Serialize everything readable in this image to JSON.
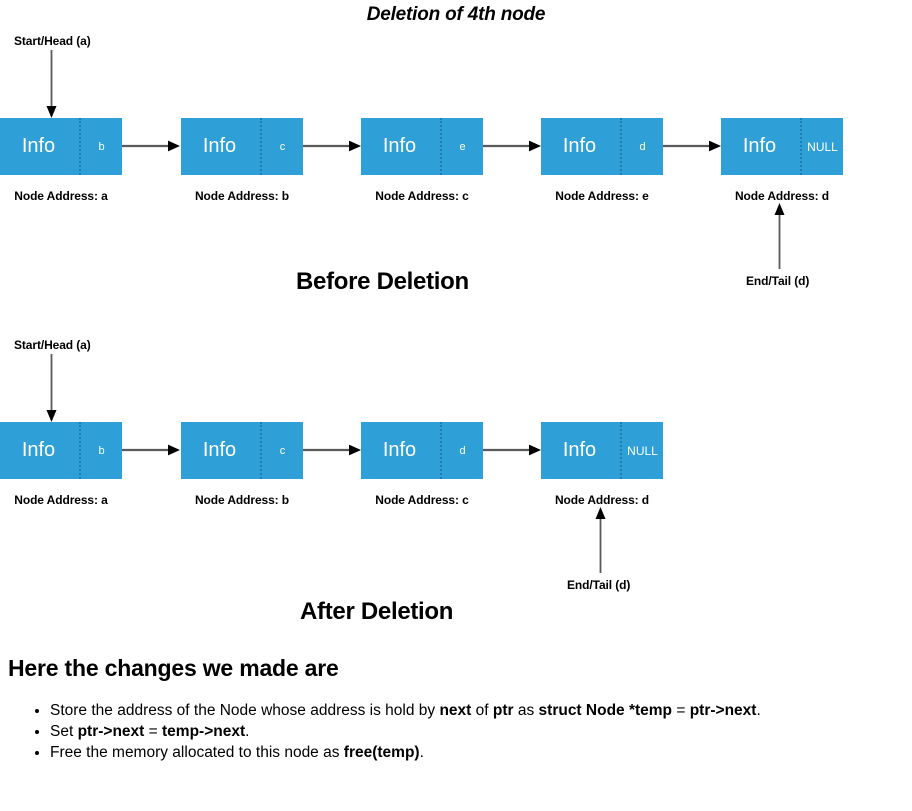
{
  "title": "Deletion of 4th node",
  "colors": {
    "node_fill": "#2f9fd7",
    "node_divider": "#1d7fb0",
    "connector": "#595959",
    "text": "#000000",
    "node_text": "#ffffff"
  },
  "diagram_before": {
    "heading": "Before Deletion",
    "head_pointer_label": "Start/Head (a)",
    "tail_pointer_label": "End/Tail (d)",
    "nodes": [
      {
        "info": "Info",
        "next": "b",
        "caption": "Node Address: a"
      },
      {
        "info": "Info",
        "next": "c",
        "caption": "Node Address: b"
      },
      {
        "info": "Info",
        "next": "e",
        "caption": "Node Address: c"
      },
      {
        "info": "Info",
        "next": "d",
        "caption": "Node Address: e"
      },
      {
        "info": "Info",
        "next": "NULL",
        "caption": "Node Address: d"
      }
    ]
  },
  "diagram_after": {
    "heading": "After Deletion",
    "head_pointer_label": "Start/Head (a)",
    "tail_pointer_label": "End/Tail (d)",
    "nodes": [
      {
        "info": "Info",
        "next": "b",
        "caption": "Node Address: a"
      },
      {
        "info": "Info",
        "next": "c",
        "caption": "Node Address: b"
      },
      {
        "info": "Info",
        "next": "d",
        "caption": "Node Address: c"
      },
      {
        "info": "Info",
        "next": "NULL",
        "caption": "Node Address: d"
      }
    ]
  },
  "changes": {
    "title": "Here the changes we made are",
    "items": [
      {
        "parts": [
          {
            "t": "Store the address of the Node whose address is hold by ",
            "b": false
          },
          {
            "t": "next",
            "b": true
          },
          {
            "t": " of ",
            "b": false
          },
          {
            "t": "ptr",
            "b": true
          },
          {
            "t": " as ",
            "b": false
          },
          {
            "t": "struct Node *temp",
            "b": true
          },
          {
            "t": " = ",
            "b": false
          },
          {
            "t": "ptr->next",
            "b": true
          },
          {
            "t": ".",
            "b": false
          }
        ]
      },
      {
        "parts": [
          {
            "t": "Set ",
            "b": false
          },
          {
            "t": "ptr->next",
            "b": true
          },
          {
            "t": " = ",
            "b": false
          },
          {
            "t": "temp->next",
            "b": true
          },
          {
            "t": ".",
            "b": false
          }
        ]
      },
      {
        "parts": [
          {
            "t": "Free the memory allocated to this node as ",
            "b": false
          },
          {
            "t": "free(temp)",
            "b": true
          },
          {
            "t": ".",
            "b": false
          }
        ]
      }
    ]
  }
}
